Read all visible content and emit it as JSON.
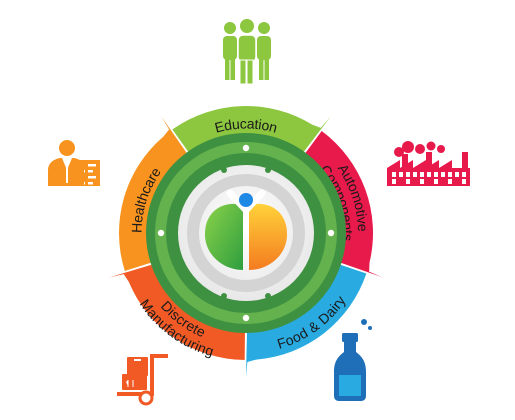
{
  "segments": [
    {
      "id": "education",
      "lines": [
        "Education"
      ],
      "color": "#8dc63f",
      "icon": "people-group-icon"
    },
    {
      "id": "automotive",
      "lines": [
        "Automotive",
        "Components"
      ],
      "color": "#e8194b",
      "icon": "factory-icon"
    },
    {
      "id": "food",
      "lines": [
        "Food & Dairy"
      ],
      "color": "#29abe2",
      "icon": "milk-bottle-icon"
    },
    {
      "id": "discrete",
      "lines": [
        "Discrete",
        "Manufacturing"
      ],
      "color": "#f15a24",
      "icon": "hand-truck-icon"
    },
    {
      "id": "healthcare",
      "lines": [
        "Healthcare"
      ],
      "color": "#f7931e",
      "icon": "doctor-icon"
    }
  ],
  "colors": {
    "inner_ring": "#3f9142",
    "inner_ring_light": "#64b24e",
    "hub_grey": "#d9d9d9",
    "logo_green": "#4caf50",
    "logo_orange": "#f7941d",
    "logo_blue": "#1e88e5"
  }
}
